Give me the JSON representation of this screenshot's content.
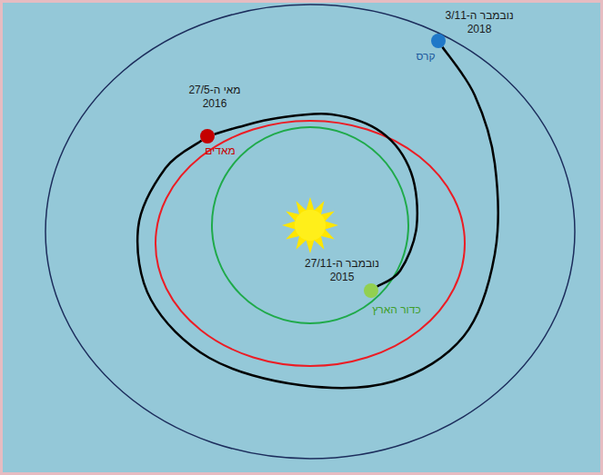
{
  "diagram": {
    "nodes": [
      {
        "text": [
          "נובמבר ה-3/11 2018",
          "קרס"
        ]
      },
      {
        "text": [
          "מאי ה-27/5 2016",
          "מאדים"
        ]
      },
      {
        "text": [
          "נובמבר ה-27/11 2015",
          "כדור הארץ"
        ]
      }
    ],
    "edges": [
      {
        "from": 2,
        "to": 1,
        "arrow": "none"
      },
      {
        "from": 1,
        "to": 0,
        "arrow": "none"
      }
    ]
  }
}
